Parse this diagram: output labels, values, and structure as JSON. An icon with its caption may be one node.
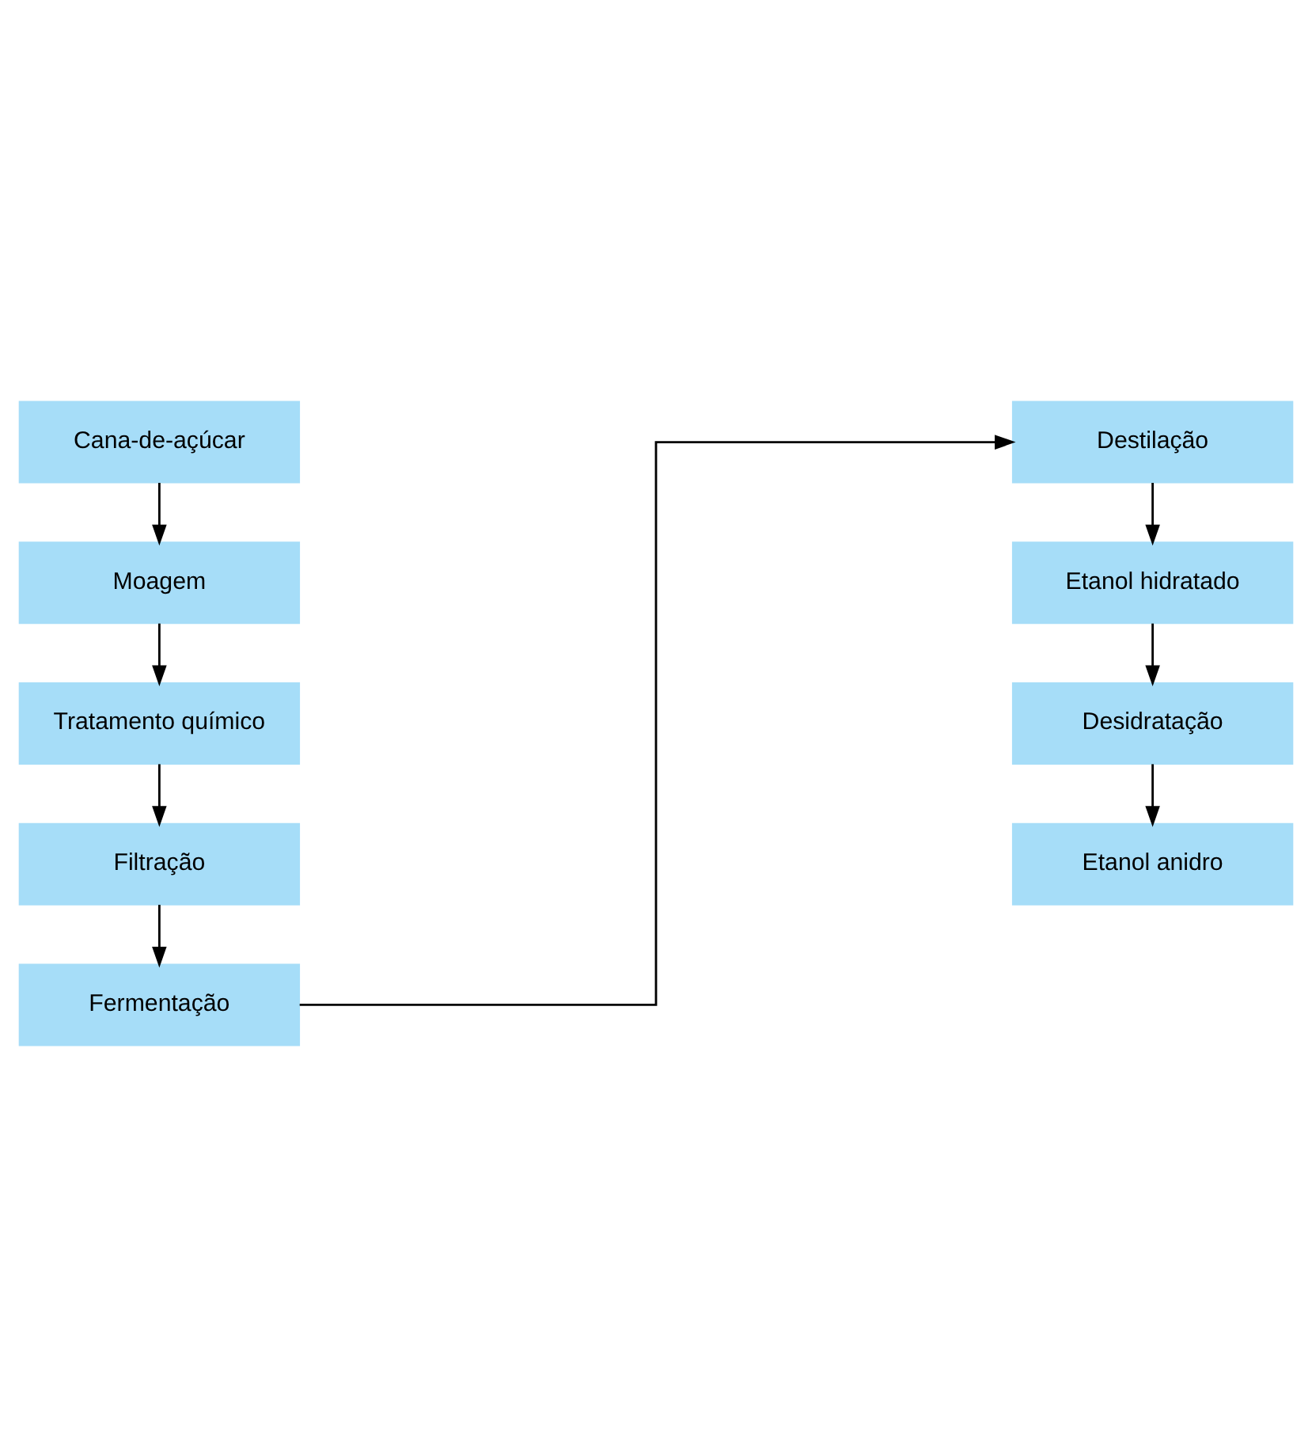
{
  "diagram": {
    "nodes": [
      {
        "text": [
          "Cana-de-açúcar"
        ]
      },
      {
        "text": [
          "Moagem"
        ]
      },
      {
        "text": [
          "Tratamento químico"
        ]
      },
      {
        "text": [
          "Filtração"
        ]
      },
      {
        "text": [
          "Fermentação"
        ]
      },
      {
        "text": [
          "Destilação"
        ]
      },
      {
        "text": [
          "Etanol hidratado"
        ]
      },
      {
        "text": [
          "Desidratação"
        ]
      },
      {
        "text": [
          "Etanol anidro"
        ]
      }
    ],
    "edges": [
      {
        "from": 0,
        "to": 1,
        "arrow": "to"
      },
      {
        "from": 1,
        "to": 2,
        "arrow": "to"
      },
      {
        "from": 2,
        "to": 3,
        "arrow": "to"
      },
      {
        "from": 3,
        "to": 4,
        "arrow": "to"
      },
      {
        "from": 4,
        "to": 5,
        "arrow": "to"
      },
      {
        "from": 5,
        "to": 6,
        "arrow": "to"
      },
      {
        "from": 6,
        "to": 7,
        "arrow": "to"
      },
      {
        "from": 7,
        "to": 8,
        "arrow": "to"
      }
    ]
  }
}
